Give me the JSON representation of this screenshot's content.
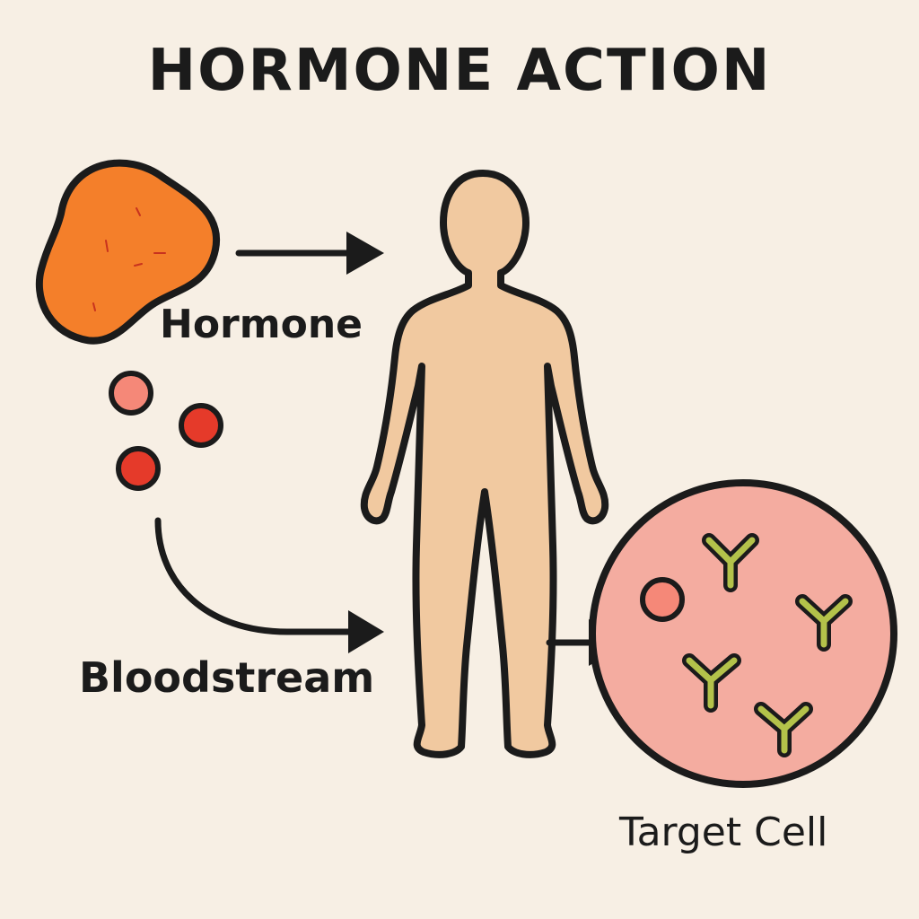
{
  "diagram": {
    "title": "HORMONE ACTION",
    "labels": {
      "hormone": "Hormone",
      "bloodstream": "Bloodstream",
      "target_cell": "Target Cell"
    },
    "colors": {
      "background": "#f7efe4",
      "gland": "#f47f2a",
      "body": "#f1c9a0",
      "target_cell": "#f4aca0",
      "hormone_particle_light": "#f58878",
      "hormone_particle_dark": "#e53a2a",
      "receptor": "#b3c24a",
      "outline": "#1b1b1b"
    }
  }
}
